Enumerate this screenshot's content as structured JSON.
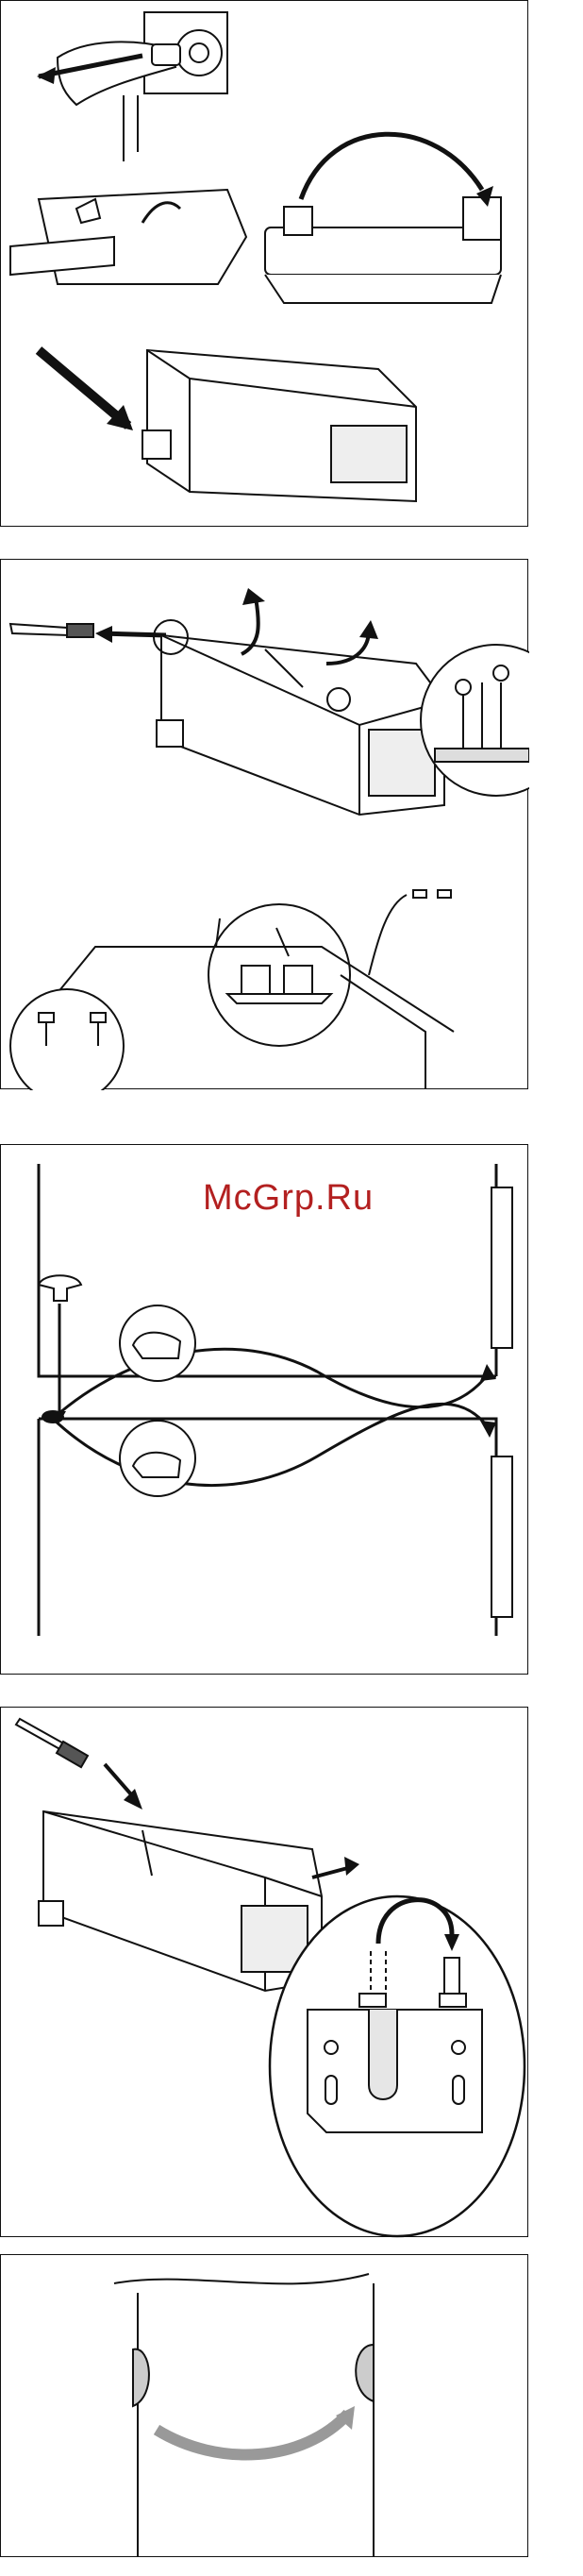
{
  "watermark": {
    "text": "McGrp.Ru",
    "color": "#b32020"
  },
  "panels": [
    {
      "name": "unplug-remove-hinge-cover-tilt"
    },
    {
      "name": "remove-hinge-and-door"
    },
    {
      "name": "door-reversal-schematic"
    },
    {
      "name": "refit-top-hinge"
    },
    {
      "name": "swap-handle"
    }
  ],
  "colors": {
    "line": "#111111",
    "shade": "#cfcfcf",
    "arrow": "#222222",
    "grey_arrow": "#9a9a9a"
  }
}
